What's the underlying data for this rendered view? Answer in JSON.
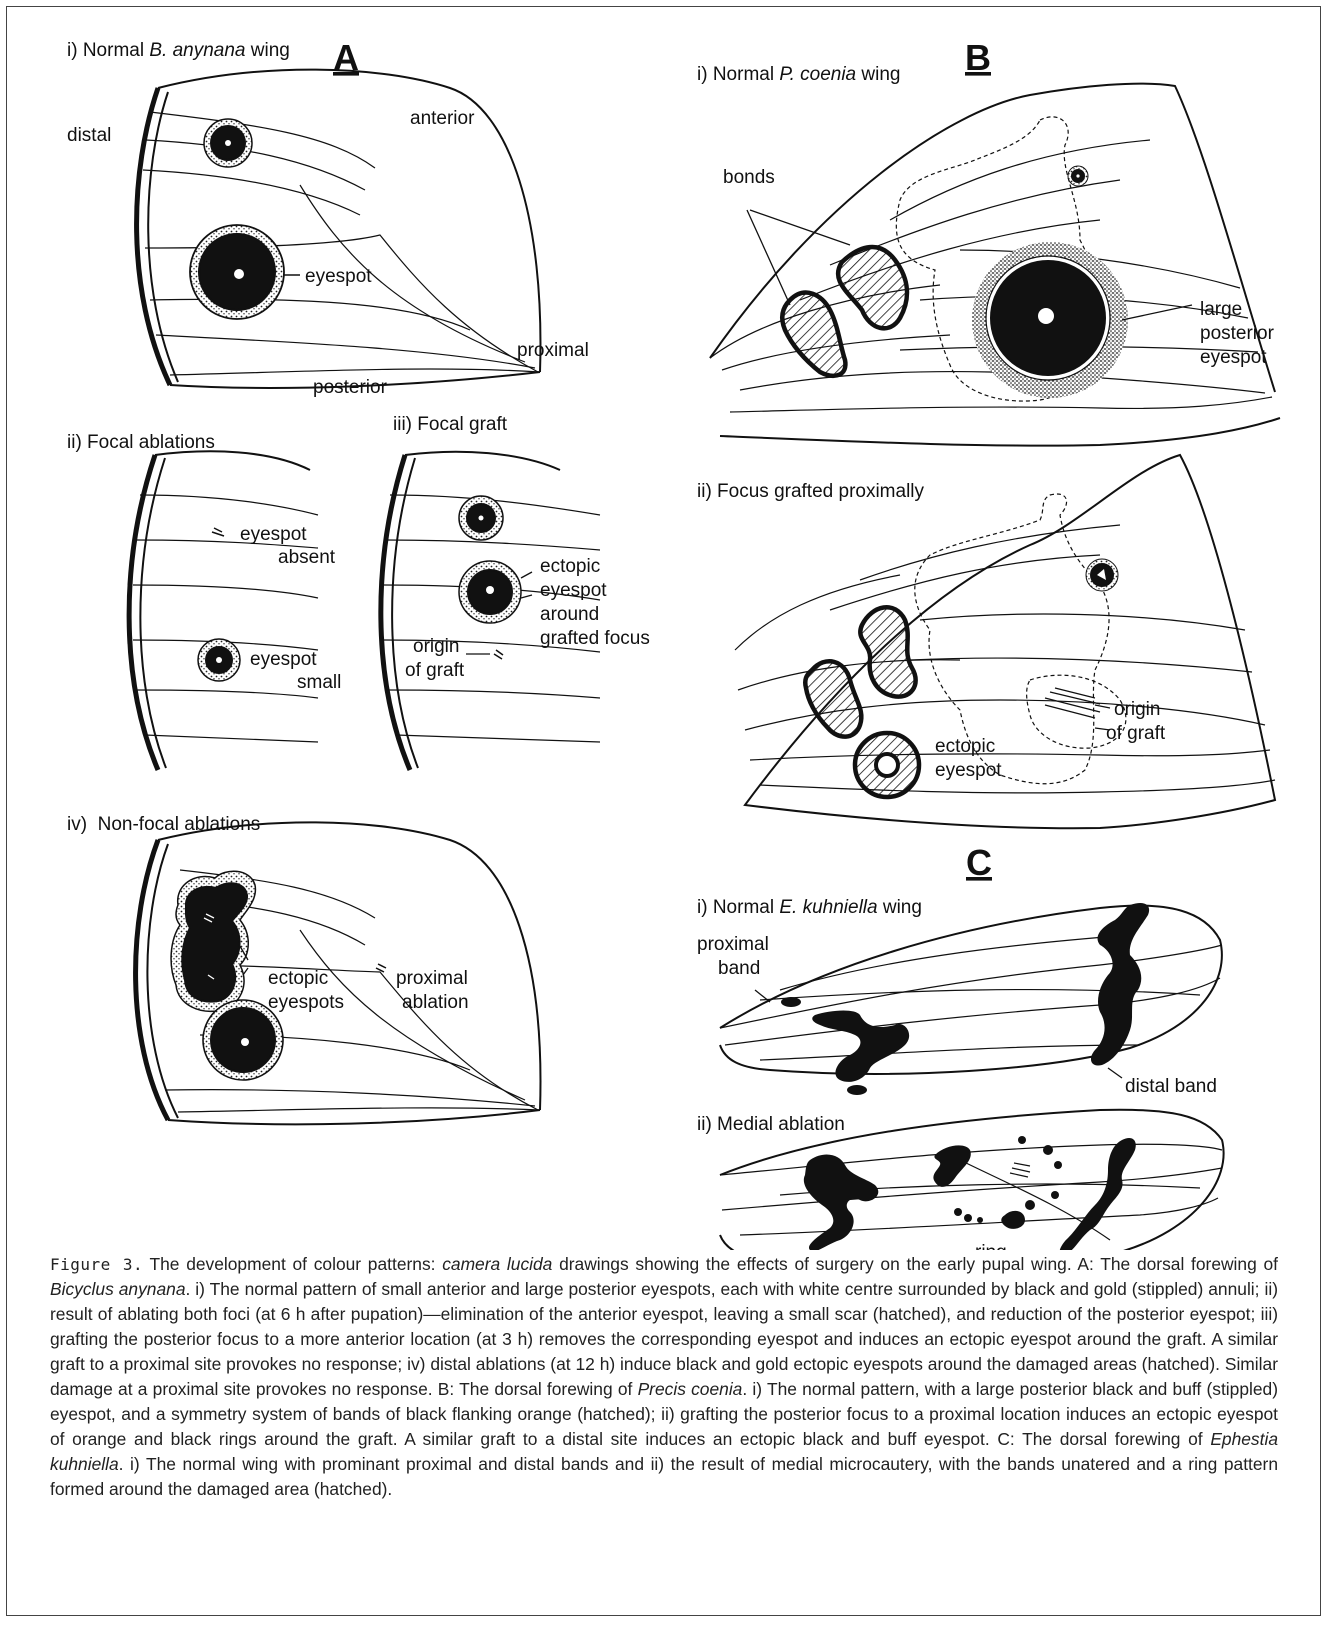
{
  "figure": {
    "panels": {
      "A": {
        "letter": "A",
        "i_prefix": "i) Normal ",
        "i_species": "B. anynana",
        "i_suffix": " wing",
        "distal": "distal",
        "anterior": "anterior",
        "eyespot": "eyespot",
        "proximal": "proximal",
        "posterior": "posterior",
        "ii_title": "ii) Focal ablations",
        "ii_eyespot_absent_1": "eyespot",
        "ii_eyespot_absent_2": "absent",
        "ii_eyespot_small_1": "eyespot",
        "ii_eyespot_small_2": "small",
        "iii_title": "iii) Focal graft",
        "iii_ectopic_1": "ectopic",
        "iii_ectopic_2": "eyespot",
        "iii_ectopic_3": "around",
        "iii_ectopic_4": "grafted focus",
        "iii_origin_1": "origin",
        "iii_origin_2": "of graft",
        "iv_title": "iv)  Non-focal ablations",
        "iv_ectopic_1": "ectopic",
        "iv_ectopic_2": "eyespots",
        "iv_proximal_1": "proximal",
        "iv_proximal_2": "ablation"
      },
      "B": {
        "letter": "B",
        "i_prefix": "i) Normal ",
        "i_species": "P. coenia",
        "i_suffix": " wing",
        "bonds": "bonds",
        "large_1": "large",
        "large_2": "posterior",
        "large_3": "eyespot",
        "ii_title": "ii) Focus grafted proximally",
        "origin_1": "origin",
        "origin_2": "of graft",
        "ectopic_1": "ectopic",
        "ectopic_2": "eyespot"
      },
      "C": {
        "letter": "C",
        "i_prefix": "i) Normal ",
        "i_species": "E. kuhniella",
        "i_suffix": " wing",
        "proximal_1": "proximal",
        "proximal_2": "band",
        "distal_band": "distal band",
        "ii_title": "ii) Medial ablation",
        "ring": "ring"
      }
    }
  },
  "caption": {
    "label": "Figure 3.",
    "s1": " The development of colour patterns: ",
    "s1_i": "camera lucida",
    "s2": " drawings showing the effects of surgery on the early pupal wing. A: The dorsal forewing of ",
    "s2_i": "Bicyclus anynana",
    "s3": ". i) The normal pattern of small anterior and large posterior eyespots, each with white centre surrounded by black and gold (stippled) annuli; ii) result of ablating both foci (at 6 h after pupation)—elimination of the anterior eyespot, leaving a small scar (hatched), and reduction of the posterior eyespot; iii) grafting the posterior focus to a more anterior location (at 3 h) removes the corresponding eyespot and induces an ectopic eyespot around the graft. A similar graft to a proximal site provokes no response; iv) distal ablations (at 12 h) induce black and gold ectopic eyespots around the damaged areas (hatched). Similar damage at a proximal site provokes no response. B: The dorsal forewing of ",
    "s3_i": "Precis coenia",
    "s4": ". i) The normal pattern, with a large posterior black and buff (stippled) eyespot, and a symmetry system of bands of black flanking orange (hatched); ii) grafting the posterior focus to a proximal location induces an ectopic eyespot of orange and black rings around the graft. A similar graft to a distal site induces an ectopic black and buff eyespot. C: The dorsal forewing of ",
    "s4_i": "Ephestia kuhniella",
    "s5": ". i) The normal wing with prominant proximal and distal bands and ii) the result of medial microcautery, with the bands unatered and a ring pattern formed around the damaged area (hatched)."
  }
}
